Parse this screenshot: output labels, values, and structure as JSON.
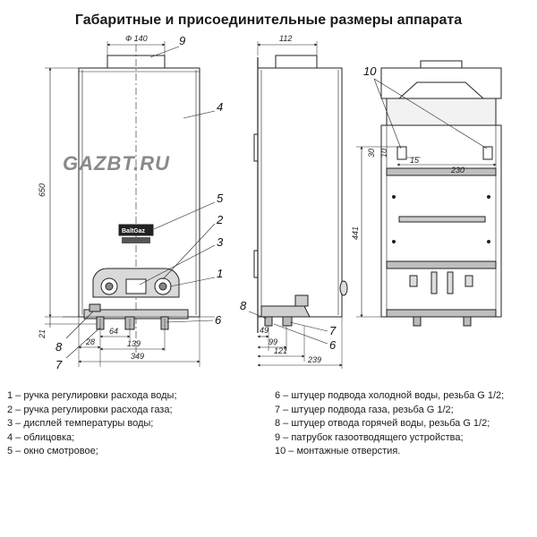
{
  "title": "Габаритные и присоединительные размеры аппарата",
  "watermark": "GAZBT.RU",
  "brand_label": "BaltGaz",
  "front_view": {
    "dims": {
      "d140": "Ф 140",
      "h650": "650",
      "h21": "21",
      "w28": "28",
      "w64": "64",
      "w139": "139",
      "w349": "349"
    },
    "callouts": {
      "c9": "9",
      "c4": "4",
      "c5": "5",
      "c2": "2",
      "c3": "3",
      "c1": "1",
      "c6": "6",
      "c8": "8",
      "c7": "7"
    }
  },
  "side_view": {
    "dims": {
      "w112": "112",
      "w49": "49",
      "w99": "99",
      "w121": "121",
      "w239": "239"
    },
    "callouts": {
      "c8": "8",
      "c7": "7",
      "c6": "6"
    }
  },
  "rear_view": {
    "dims": {
      "h30": "30",
      "h10": "10",
      "w15": "15",
      "w230": "230",
      "h441": "441"
    },
    "callouts": {
      "c10": "10"
    }
  },
  "legend_left": [
    "1 – ручка регулировки расхода воды;",
    "2 – ручка регулировки расхода газа;",
    "3 – дисплей температуры воды;",
    "4 – облицовка;",
    "5 – окно смотровое;"
  ],
  "legend_right": [
    "6 – штуцер подвода холодной воды, резьба G 1/2;",
    "7 – штуцер подвода газа, резьба G 1/2;",
    "8 – штуцер отвода горячей воды, резьба G 1/2;",
    "9 – патрубок газоотводящего устройства;",
    "10 – монтажные отверстия."
  ]
}
